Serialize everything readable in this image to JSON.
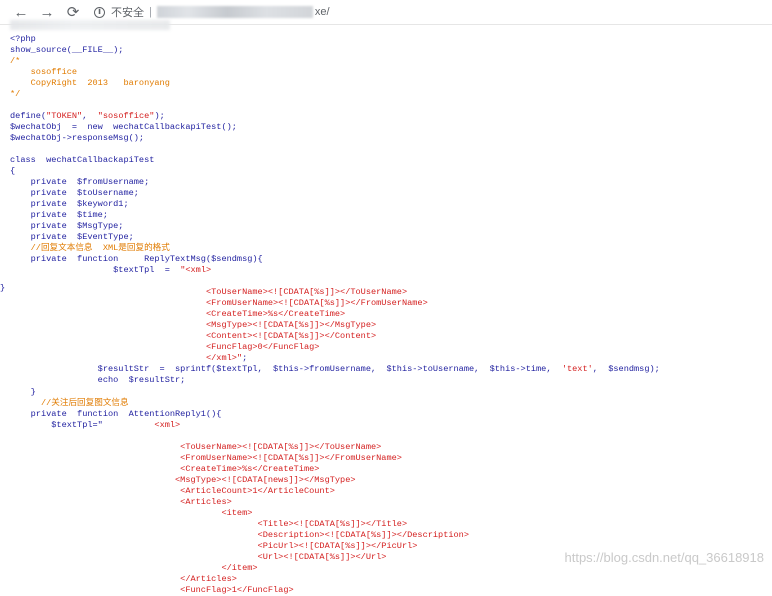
{
  "browser": {
    "back_icon": "←",
    "forward_icon": "→",
    "reload_icon": "⟳",
    "security_label": "不安全",
    "separator": "|",
    "url_tail": "xe/"
  },
  "code_lines": [
    [
      {
        "c": "k",
        "t": "<?php"
      }
    ],
    [
      {
        "c": "k",
        "t": "show_source(__FILE__);"
      }
    ],
    [
      {
        "c": "c",
        "t": "/*"
      }
    ],
    [
      {
        "c": "c",
        "t": "    sosoffice"
      }
    ],
    [
      {
        "c": "c",
        "t": "    CopyRight  2013   baronyang"
      }
    ],
    [
      {
        "c": "c",
        "t": "*/"
      }
    ],
    [
      {
        "c": "k",
        "t": ""
      }
    ],
    [
      {
        "c": "k",
        "t": "define("
      },
      {
        "c": "s",
        "t": "\"TOKEN\""
      },
      {
        "c": "k",
        "t": ",  "
      },
      {
        "c": "s",
        "t": "\"sosoffice\""
      },
      {
        "c": "k",
        "t": ");"
      }
    ],
    [
      {
        "c": "k",
        "t": "$wechatObj  =  new  wechatCallbackapiTest();"
      }
    ],
    [
      {
        "c": "k",
        "t": "$wechatObj->responseMsg();"
      }
    ],
    [
      {
        "c": "k",
        "t": ""
      }
    ],
    [
      {
        "c": "k",
        "t": "class  wechatCallbackapiTest"
      }
    ],
    [
      {
        "c": "k",
        "t": "{"
      }
    ],
    [
      {
        "c": "k",
        "t": "    private  $fromUsername;"
      }
    ],
    [
      {
        "c": "k",
        "t": "    private  $toUsername;"
      }
    ],
    [
      {
        "c": "k",
        "t": "    private  $keyword1;"
      }
    ],
    [
      {
        "c": "k",
        "t": "    private  $time;"
      }
    ],
    [
      {
        "c": "k",
        "t": "    private  $MsgType;"
      }
    ],
    [
      {
        "c": "k",
        "t": "    private  $EventType;"
      }
    ],
    [
      {
        "c": "c",
        "t": "    //回复文本信息  XML是回复的格式"
      }
    ],
    [
      {
        "c": "k",
        "t": "    private  function     ReplyTextMsg($sendmsg){"
      }
    ],
    [
      {
        "c": "k",
        "t": "                    $textTpl  =  "
      },
      {
        "c": "s",
        "t": "\"<xml>"
      }
    ],
    [
      {
        "c": "k",
        "t": ""
      }
    ],
    [
      {
        "c": "s",
        "t": "                                      <ToUserName><![CDATA[%s]]></ToUserName>"
      }
    ],
    [
      {
        "c": "s",
        "t": "                                      <FromUserName><![CDATA[%s]]></FromUserName>"
      }
    ],
    [
      {
        "c": "s",
        "t": "                                      <CreateTime>%s</CreateTime>"
      }
    ],
    [
      {
        "c": "s",
        "t": "                                      <MsgType><![CDATA[%s]]></MsgType>"
      }
    ],
    [
      {
        "c": "s",
        "t": "                                      <Content><![CDATA[%s]]></Content>"
      }
    ],
    [
      {
        "c": "s",
        "t": "                                      <FuncFlag>0</FuncFlag>"
      }
    ],
    [
      {
        "c": "s",
        "t": "                                      </xml>\""
      },
      {
        "c": "k",
        "t": ";"
      }
    ],
    [
      {
        "c": "k",
        "t": "                 $resultStr  =  sprintf($textTpl,  $this->fromUsername,  $this->toUsername,  $this->time,  "
      },
      {
        "c": "s",
        "t": "'text'"
      },
      {
        "c": "k",
        "t": ",  $sendmsg);"
      }
    ],
    [
      {
        "c": "k",
        "t": "                 echo  $resultStr;"
      }
    ],
    [
      {
        "c": "k",
        "t": "    }"
      }
    ],
    [
      {
        "c": "c",
        "t": "      //关注后回复图文信息"
      }
    ],
    [
      {
        "c": "k",
        "t": "    private  function  AttentionReply1(){"
      }
    ],
    [
      {
        "c": "k",
        "t": "        $textTpl=\"          "
      },
      {
        "c": "s",
        "t": "<xml>"
      }
    ],
    [
      {
        "c": "k",
        "t": ""
      }
    ],
    [
      {
        "c": "s",
        "t": "                                 <ToUserName><![CDATA[%s]]></ToUserName>"
      }
    ],
    [
      {
        "c": "s",
        "t": "                                 <FromUserName><![CDATA[%s]]></FromUserName>"
      }
    ],
    [
      {
        "c": "s",
        "t": "                                 <CreateTime>%s</CreateTime>"
      }
    ],
    [
      {
        "c": "s",
        "t": "                                <MsgType><![CDATA[news]]></MsgType>"
      }
    ],
    [
      {
        "c": "s",
        "t": "                                 <ArticleCount>1</ArticleCount>"
      }
    ],
    [
      {
        "c": "s",
        "t": "                                 <Articles>"
      }
    ],
    [
      {
        "c": "s",
        "t": "                                         <item>"
      }
    ],
    [
      {
        "c": "s",
        "t": "                                                <Title><![CDATA[%s]]></Title>"
      }
    ],
    [
      {
        "c": "s",
        "t": "                                                <Description><![CDATA[%s]]></Description>"
      }
    ],
    [
      {
        "c": "s",
        "t": "                                                <PicUrl><![CDATA[%s]]></PicUrl>"
      }
    ],
    [
      {
        "c": "s",
        "t": "                                                <Url><![CDATA[%s]]></Url>"
      }
    ],
    [
      {
        "c": "s",
        "t": "                                         </item>"
      }
    ],
    [
      {
        "c": "s",
        "t": "                                 </Articles>"
      }
    ],
    [
      {
        "c": "s",
        "t": "                                 <FuncFlag>1</FuncFlag>"
      }
    ]
  ],
  "stray_brace": "}",
  "watermark": "https://blog.csdn.net/qq_36618918"
}
